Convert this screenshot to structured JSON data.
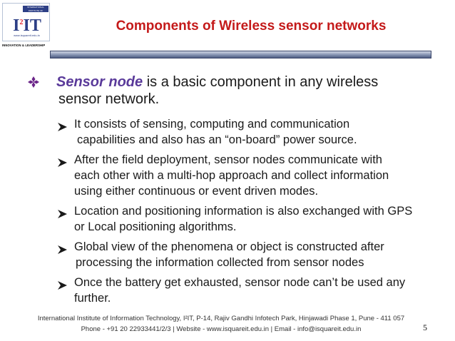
{
  "logo": {
    "top_bar_text": "INTERNATIONAL INSTITUTE OF INFORMATION TECHNOLOGY",
    "mark": "I",
    "mark_sup": "2",
    "mark_rest": "IT",
    "url": "www.isquareit.edu.in",
    "tagline": "INNOVATION & LEADERSHIP"
  },
  "title": "Components of Wireless sensor networks",
  "main_bullet": {
    "term": "Sensor node",
    "rest": " is a basic component in any wireless",
    "line2": "sensor network."
  },
  "sub_bullets": [
    {
      "line1": "It consists of sensing, computing and communication",
      "line2": "capabilities and also has an “on-board” power source."
    },
    {
      "line1": "After the field deployment, sensor nodes communicate with",
      "line2": "each other with a multi-hop approach and collect information",
      "line3": "using either continuous or event driven modes."
    },
    {
      "line1": "Location and positioning information is also exchanged with GPS",
      "line2": "or Local positioning algorithms."
    },
    {
      "line1": "Global view of the phenomena or object is constructed after",
      "line2": "processing the information collected from sensor nodes"
    },
    {
      "line1": "Once the battery get exhausted, sensor node can’t be used any",
      "line2": "further."
    }
  ],
  "footer": {
    "line1": "International Institute of Information Technology, I²IT, P-14, Rajiv Gandhi Infotech Park, Hinjawadi Phase 1, Pune - 411 057",
    "line2": "Phone - +91 20 22933441/2/3 | Website - www.isquareit.edu.in | Email - info@isquareit.edu.in"
  },
  "page_number": "5",
  "colors": {
    "title": "#c41a1a",
    "term": "#5a3a9a",
    "bullet": "#6a2488",
    "logo": "#2d3f86"
  },
  "icons": {
    "main_bullet": "diamond-cluster-icon",
    "sub_bullet": "arrow-right-icon"
  }
}
